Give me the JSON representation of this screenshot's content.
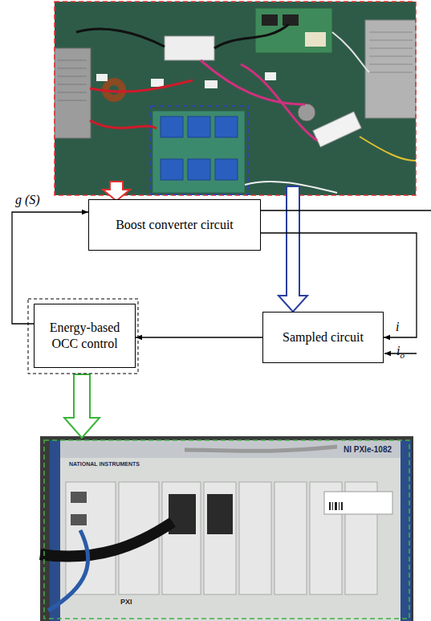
{
  "diagram": {
    "nodes": [
      {
        "text": [
          "Boost converter circuit"
        ]
      },
      {
        "text": [
          "Sampled circuit"
        ]
      },
      {
        "text": [
          "Energy-based OCC control"
        ]
      }
    ],
    "edges": [
      {
        "from": 0,
        "to": 1,
        "arrow": "to",
        "label": "i"
      },
      {
        "from": 1,
        "to": 2,
        "arrow": "to"
      },
      {
        "from": 2,
        "to": 0,
        "arrow": "to",
        "label": "g (S)"
      }
    ],
    "labels": [
      "io",
      "NATIONAL INSTRUMENTS",
      "NI PXIe-1082",
      "PXI"
    ]
  }
}
